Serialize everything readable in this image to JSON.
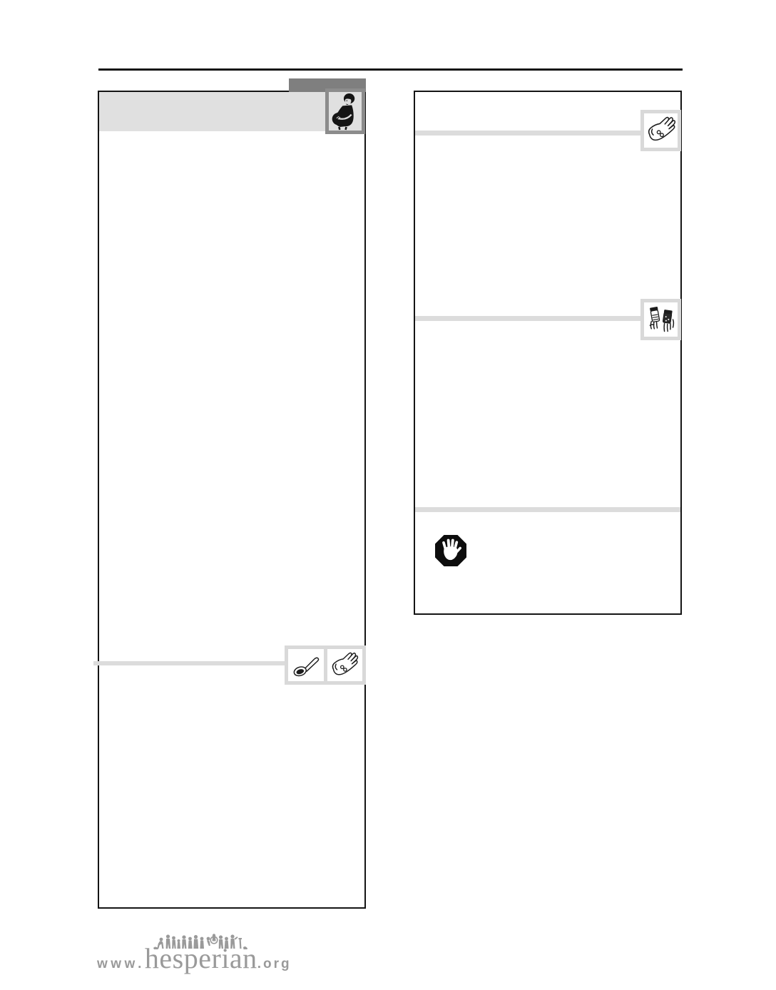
{
  "page": {
    "kind": "book-page-scan",
    "publisher_url": "www.hesperian.org"
  },
  "branding": {
    "www": "www.",
    "name": "hesperian",
    "org": ".org"
  },
  "icons": {
    "left_panel_header": "pregnant-woman",
    "left_panel_section": [
      "spoon-with-medicine",
      "hand-with-pills"
    ],
    "right_panel_section_1": "hand-with-pills",
    "right_panel_section_2": "hands-holding-medicine-bottles",
    "right_panel_warning": "stop-hand-octagon"
  },
  "colors": {
    "rule_black": "#141414",
    "tab_gray": "#7f7f7f",
    "header_band_gray": "#e0e0e0",
    "divider_gray": "#dcdcdc",
    "icon_frame_light_gray": "#d9d9d9",
    "photo_frame_gray": "#8c8c8c",
    "logo_gray": "#9a9a9a"
  }
}
